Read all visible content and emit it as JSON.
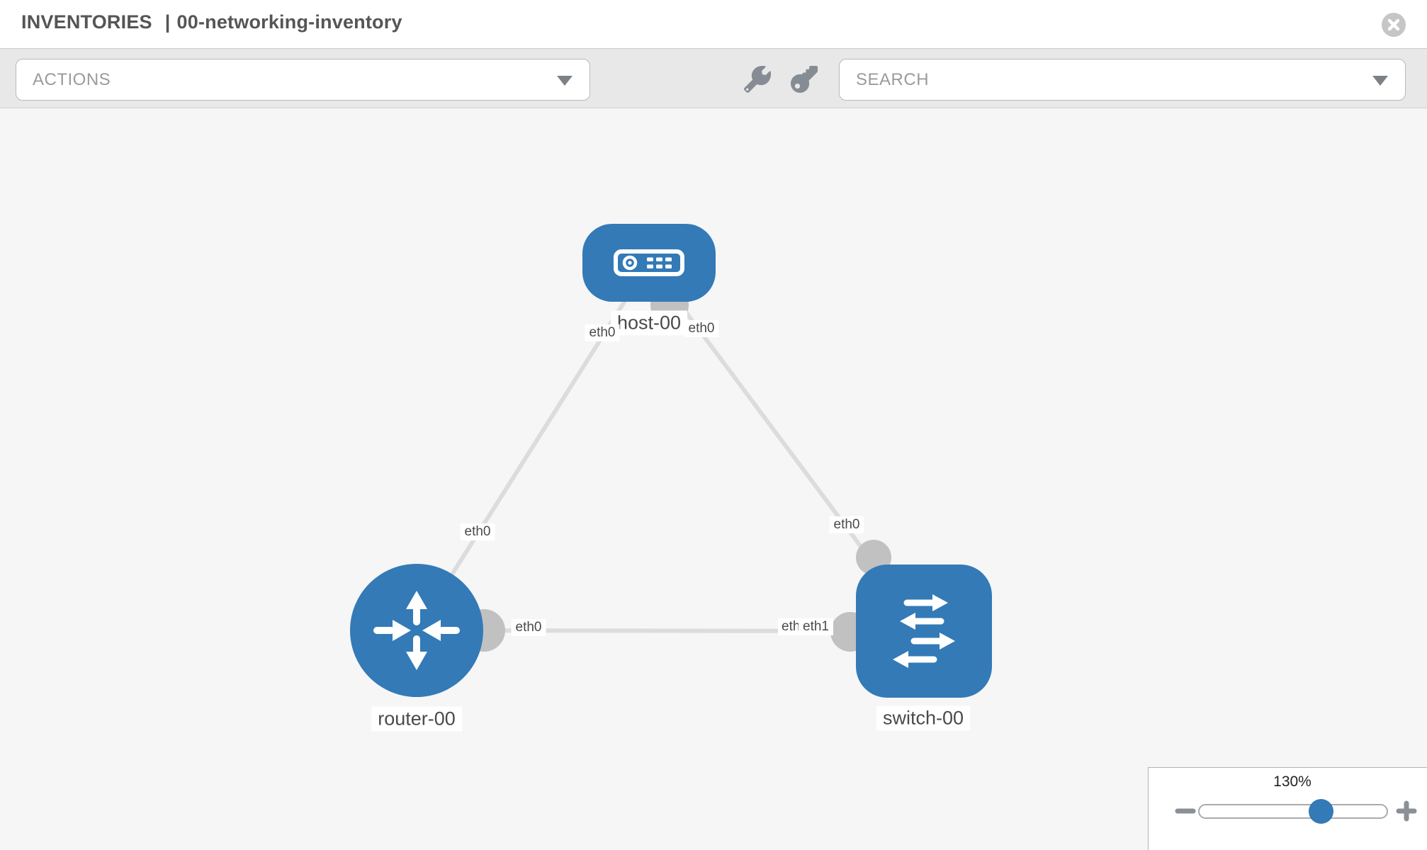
{
  "header": {
    "section": "INVENTORIES",
    "separator": "|",
    "inventory_name": "00-networking-inventory"
  },
  "toolbar": {
    "actions_label": "ACTIONS",
    "search_placeholder": "SEARCH"
  },
  "topology": {
    "nodes": [
      {
        "id": "host-00",
        "type": "host",
        "label": "host-00"
      },
      {
        "id": "router-00",
        "type": "router",
        "label": "router-00"
      },
      {
        "id": "switch-00",
        "type": "switch",
        "label": "switch-00"
      }
    ],
    "if_labels": [
      {
        "text": "eth0",
        "at": "host-00 left"
      },
      {
        "text": "eth0",
        "at": "host-00 right"
      },
      {
        "text": "eth0",
        "at": "link host-router"
      },
      {
        "text": "eth0",
        "at": "link host-switch"
      },
      {
        "text": "eth0",
        "at": "router-00 side of link to switch-00"
      },
      {
        "text": "eth0",
        "at": "switch-00 side (partially covered)"
      },
      {
        "text": "eth1",
        "at": "switch-00 side (front)"
      }
    ],
    "links": [
      {
        "from": "host-00",
        "to": "router-00",
        "from_if": "eth0",
        "to_if": "eth0"
      },
      {
        "from": "host-00",
        "to": "switch-00",
        "from_if": "eth0",
        "to_if": "eth0"
      },
      {
        "from": "router-00",
        "to": "switch-00",
        "from_if": "eth0",
        "to_if": "eth1"
      }
    ]
  },
  "zoom_control": {
    "level": "130%"
  },
  "colors": {
    "node_blue": "#337ab7",
    "link_gray": "#dcdcdc",
    "port_gray": "#c1c1c1",
    "toolbar_gray": "#e8e8e8",
    "canvas_gray": "#f6f6f6"
  }
}
